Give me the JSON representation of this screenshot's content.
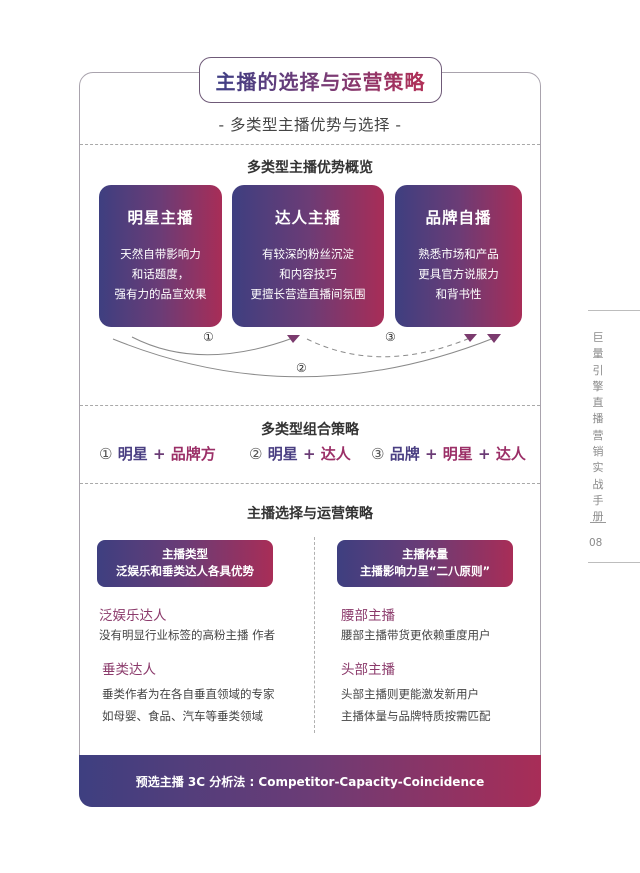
{
  "page": {
    "title": "主播的选择与运营策略",
    "subtitle": "- 多类型主播优势与选择 -"
  },
  "overview": {
    "heading": "多类型主播优势概览",
    "cards": [
      {
        "title": "明星主播",
        "lines": [
          "天然自带影响力",
          "和话题度，",
          "强有力的品宣效果"
        ]
      },
      {
        "title": "达人主播",
        "lines": [
          "有较深的粉丝沉淀",
          "和内容技巧",
          "更擅长营造直播间氛围"
        ]
      },
      {
        "title": "品牌自播",
        "lines": [
          "熟悉市场和产品",
          "更具官方说服力",
          "和背书性"
        ]
      }
    ],
    "arrows": [
      {
        "label": "①",
        "from": "明星主播",
        "to": "达人主播",
        "style": "solid"
      },
      {
        "label": "②",
        "from": "明星主播",
        "to": "品牌自播",
        "style": "solid"
      },
      {
        "label": "③",
        "from": "达人主播",
        "to": "品牌自播",
        "style": "dashed"
      }
    ]
  },
  "combos": {
    "heading": "多类型组合策略",
    "items": [
      {
        "num": "①",
        "parts": [
          "明星",
          "+",
          "品牌方"
        ]
      },
      {
        "num": "②",
        "parts": [
          "明星",
          "+",
          "达人"
        ]
      },
      {
        "num": "③",
        "parts": [
          "品牌",
          "+",
          "明星",
          "+",
          "达人"
        ]
      }
    ]
  },
  "strategy": {
    "heading": "主播选择与运营策略",
    "left": {
      "box_title": "主播类型",
      "box_subtitle": "泛娱乐和垂类达人各具优势",
      "items": [
        {
          "name": "泛娱乐达人",
          "desc": [
            "没有明显行业标签的高粉主播 作者"
          ]
        },
        {
          "name": "垂类达人",
          "desc": [
            "垂类作者为在各自垂直领域的专家",
            "如母婴、食品、汽车等垂类领域"
          ]
        }
      ]
    },
    "right": {
      "box_title": "主播体量",
      "box_subtitle": "主播影响力呈“二八原则”",
      "items": [
        {
          "name": "腰部主播",
          "desc": [
            "腰部主播带货更依赖重度用户"
          ]
        },
        {
          "name": "头部主播",
          "desc": [
            "头部主播则更能激发新用户",
            "主播体量与品牌特质按需匹配"
          ]
        }
      ]
    }
  },
  "footer": {
    "text": "预选主播 3C 分析法 : Competitor-Capacity-Coincidence"
  },
  "side": {
    "book_title": "巨量引擎直播营销实战手册",
    "page_number": "08"
  },
  "colors": {
    "gradient_start": "#3e3f80",
    "gradient_mid": "#6b3c76",
    "gradient_end": "#a82d57",
    "accent_pink": "#9b2f67",
    "accent_purple": "#4a3f82",
    "frame_border": "#a9a3ad"
  }
}
